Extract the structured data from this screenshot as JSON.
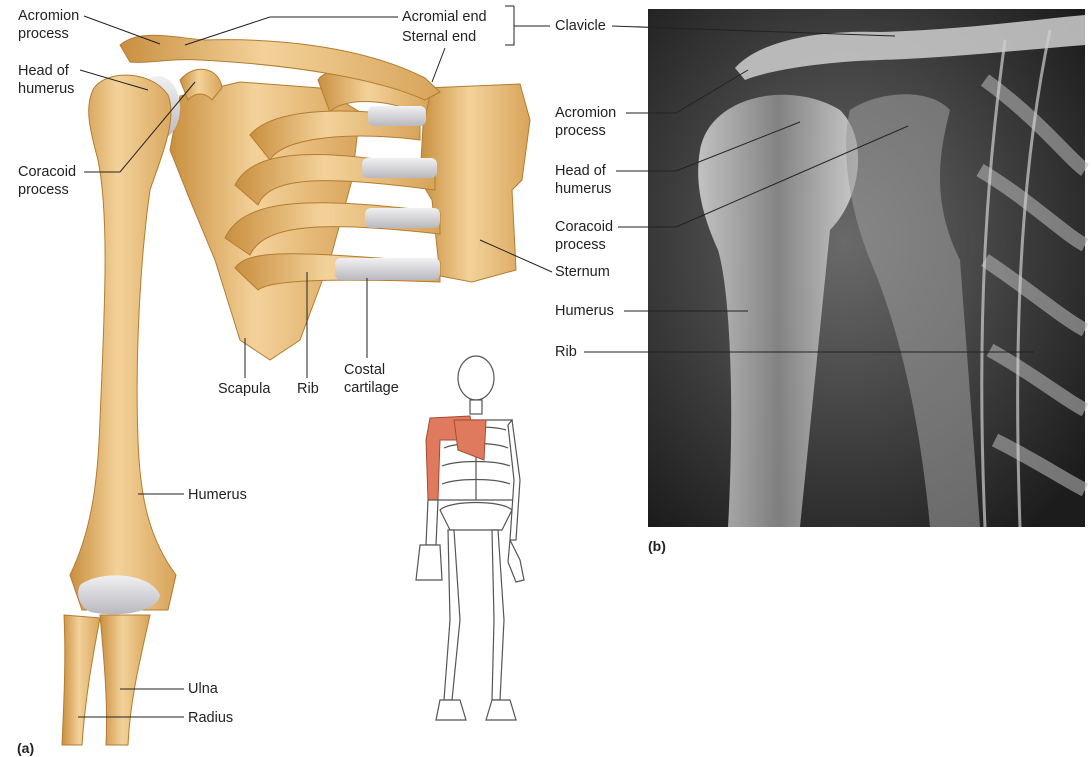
{
  "panels": {
    "a": {
      "letter": "(a)"
    },
    "b": {
      "letter": "(b)"
    }
  },
  "labels_a": {
    "acromion_process": "Acromion\nprocess",
    "head_of_humerus": "Head of\nhumerus",
    "coracoid_process": "Coracoid\nprocess",
    "acromial_end": "Acromial end",
    "sternal_end": "Sternal end",
    "clavicle": "Clavicle",
    "sternum": "Sternum",
    "scapula": "Scapula",
    "rib": "Rib",
    "costal_cartilage": "Costal\ncartilage",
    "humerus": "Humerus",
    "ulna": "Ulna",
    "radius": "Radius"
  },
  "labels_b": {
    "acromion_process": "Acromion\nprocess",
    "head_of_humerus": "Head of\nhumerus",
    "coracoid_process": "Coracoid\nprocess",
    "humerus": "Humerus",
    "rib": "Rib"
  },
  "colors": {
    "bone": "#e9bf7c",
    "bone_dark": "#c99242",
    "cartilage": "#d8d8dc",
    "xray_bg": "#2a2a2a",
    "highlight": "#e07a5f"
  },
  "icons": [
    "shoulder-bone-illustration",
    "xray-image",
    "skeleton-figure"
  ]
}
